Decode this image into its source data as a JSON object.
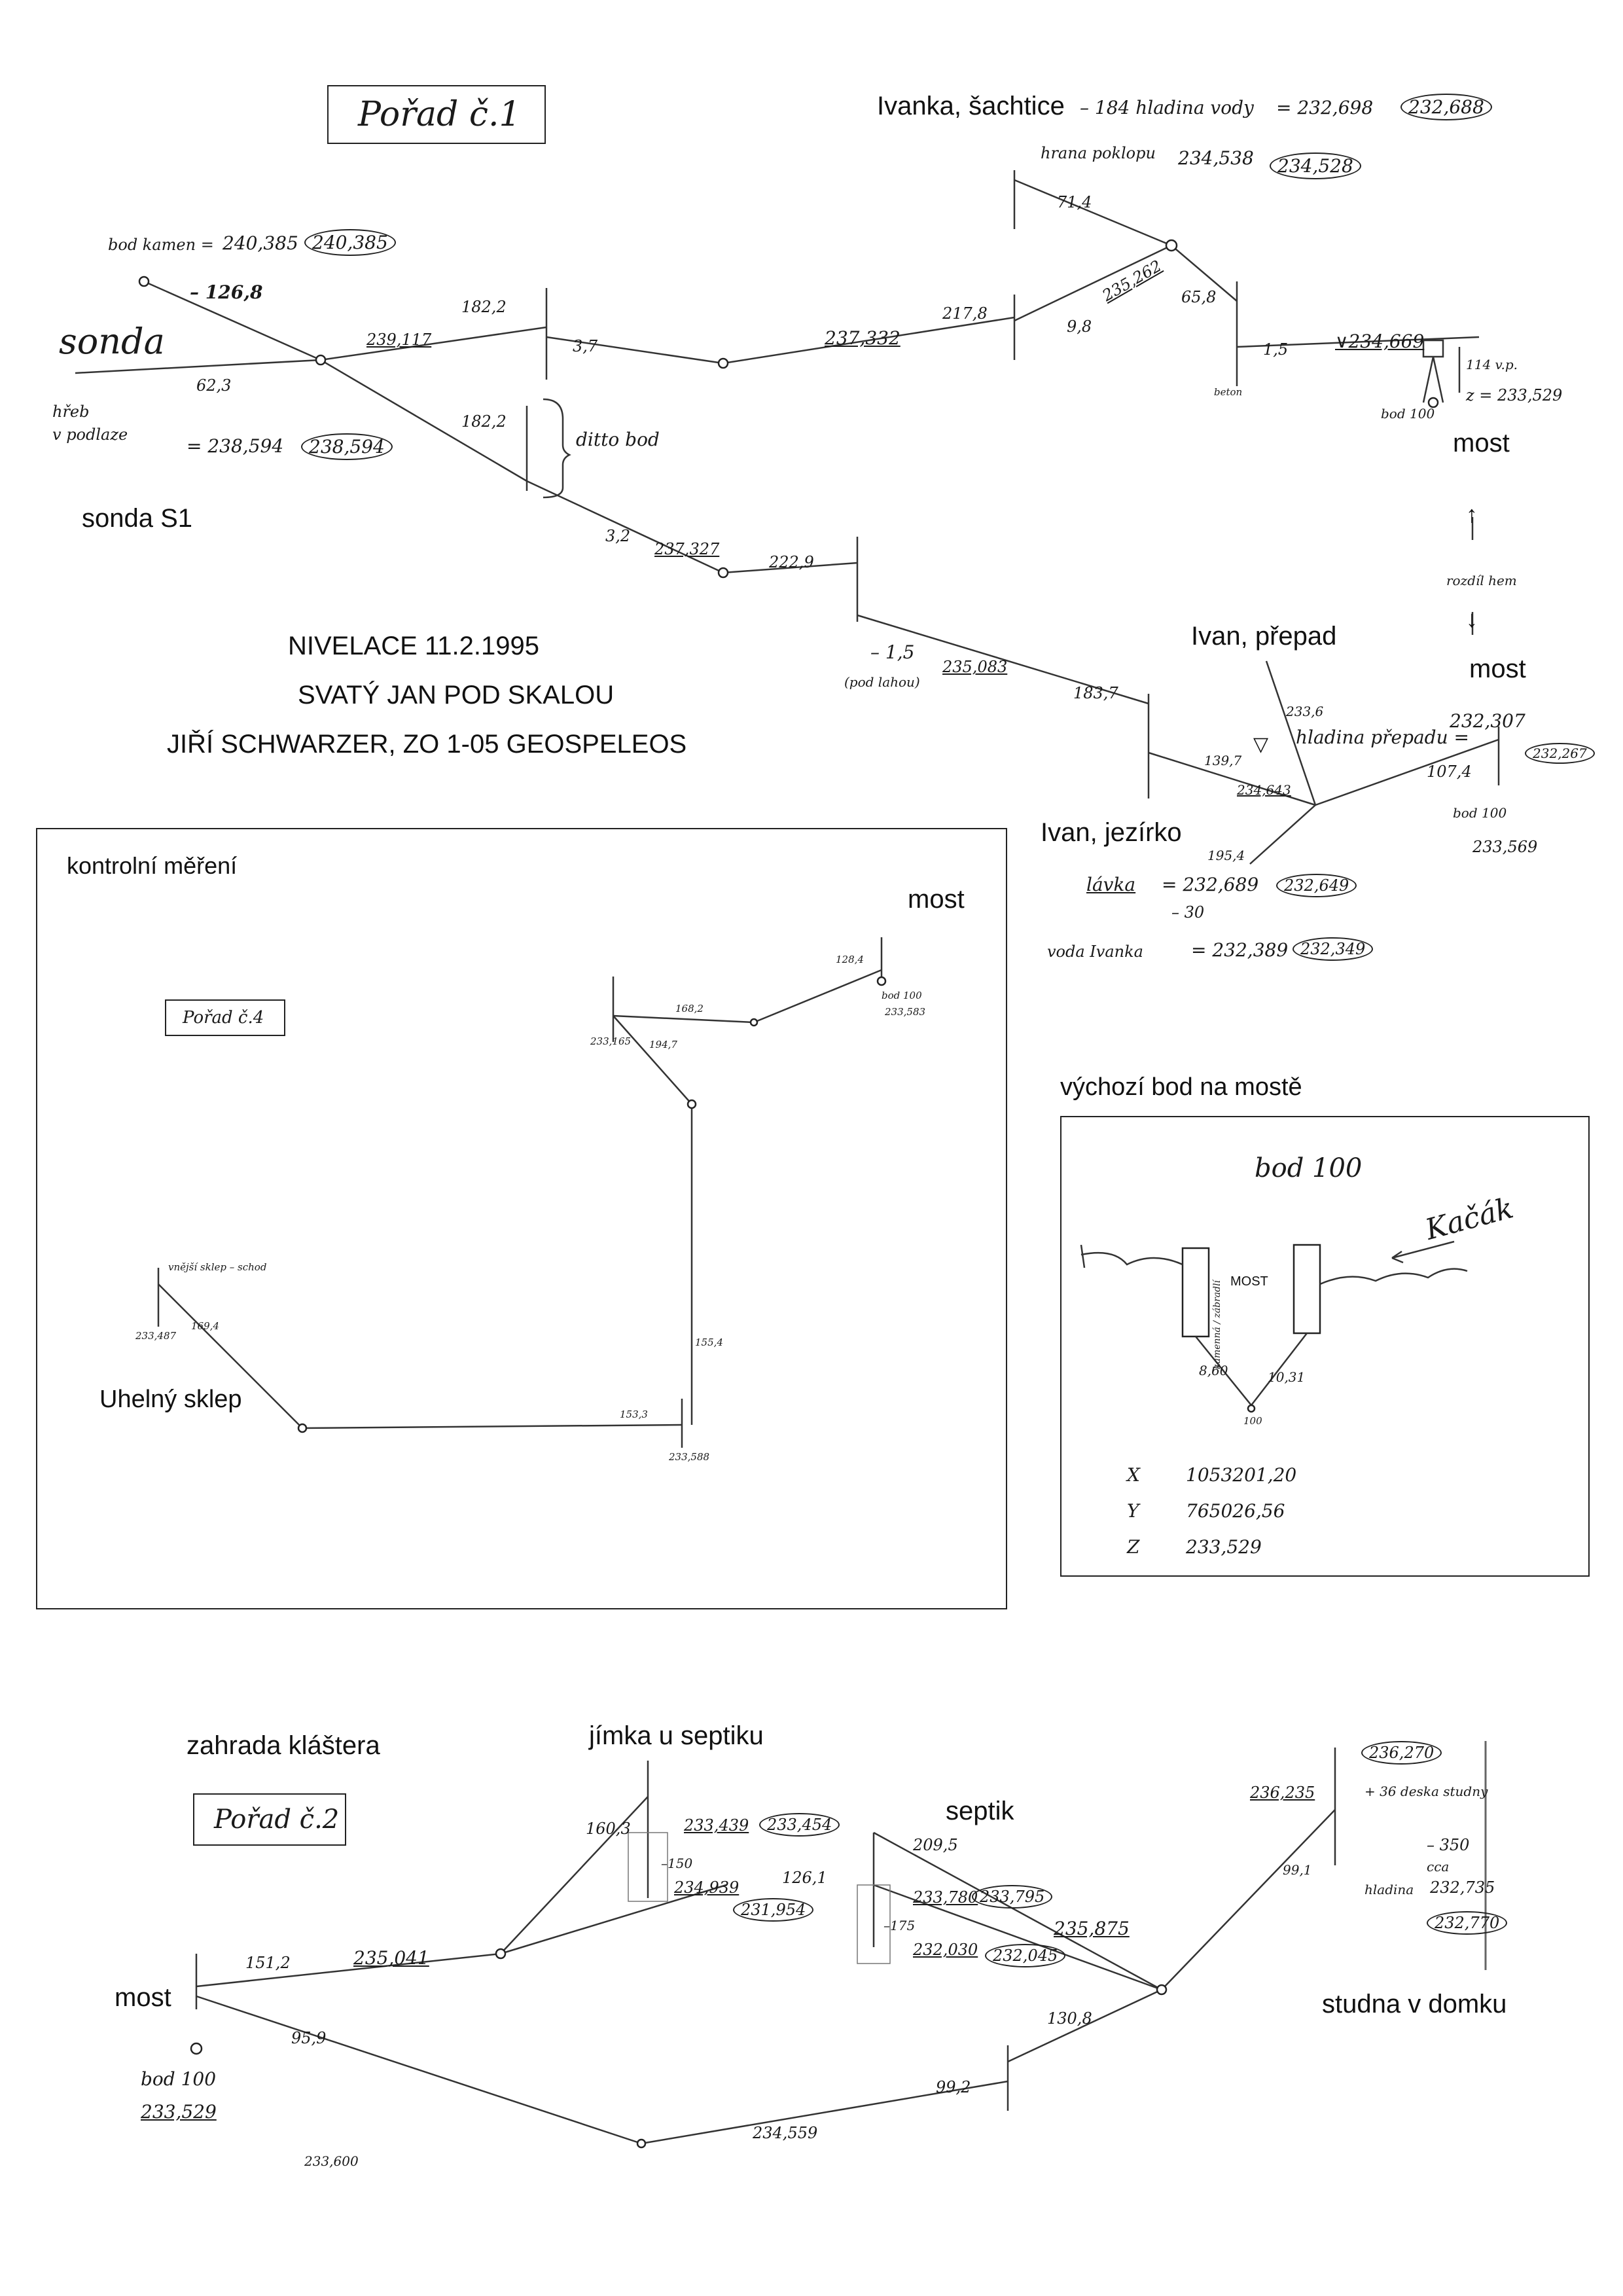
{
  "top": {
    "title_box": "Pořad č.1",
    "labels": {
      "ivanka": "Ivanka, šachtice",
      "sonda_s1": "sonda S1",
      "most_a": "most",
      "most_b": "most",
      "ivan_prepad": "Ivan, přepad",
      "ivan_jezirko": "Ivan, jezírko",
      "sonda_hand": "sonda"
    },
    "header": {
      "line1": "NIVELACE 11.2.1995",
      "line2": "SVATÝ JAN POD SKALOU",
      "line3": "JIŘÍ SCHWARZER, ZO 1-05 GEOSPELEOS"
    },
    "notes": {
      "n184": "– 184 hladina vody",
      "v232698": "= 232,698",
      "v232688": "232,688",
      "hranapoklopu": "hrana poklopu",
      "v234538": "234,538",
      "v234528": "234,528",
      "bodkamen": "bod kamen =",
      "v240385": "240,385",
      "v240385c": "240,385",
      "m1268": "– 126,8",
      "hreb": "hřeb",
      "upodlahy": "v podlaze",
      "v238594": "= 238,594",
      "v238594c": "238,594",
      "s1822a": "182,2",
      "s1822b": "182,2",
      "s139117": "239,117",
      "s623": "62,3",
      "s37": "3,7",
      "ditto": "ditto bod",
      "s237332": "237,332",
      "s2178": "217,8",
      "s98": "9,8",
      "s114": "71,4",
      "s235262": "235,262",
      "s658": "65,8",
      "s15": "1,5",
      "beton": "beton",
      "v234669": "∨234,669",
      "vp": "114 v.p.",
      "z233529": "z = 233,529",
      "bod100a": "bod 100",
      "s32": "3,2",
      "s237327": "237,327",
      "s2229": "222,9",
      "m15": "– 1,5",
      "podlahou": "(pod lahou)",
      "s235083": "235,083",
      "s1837": "183,7",
      "rozdilhem": "rozdíl hem",
      "s2336": "233,6",
      "hladinaprepadu": "hladina přepadu =",
      "v232307": "232,307",
      "v232267": "232,267",
      "s1397": "139,7",
      "s234643": "234,643",
      "s1074": "107,4",
      "bod100b": "bod 100",
      "v233569": "233,569",
      "s1954": "195,4",
      "lavka": "lávka",
      "v232689": "= 232,689",
      "v232649": "232,649",
      "m30": "– 30",
      "vodaivanka": "voda Ivanka",
      "v232389": "= 232,389",
      "v232349": "232,349"
    }
  },
  "kontrolni": {
    "title": "kontrolní měření",
    "most": "most",
    "box": "Pořad č.4",
    "uhelny": "Uhelný sklep",
    "notes": {
      "n1284": "128,4",
      "bod100": "bod 100",
      "v233583": "233,583",
      "n1682": "168,2",
      "v233165": "233,165",
      "n1947": "194,7",
      "n1554": "155,4",
      "n1533": "153,3",
      "v233588": "233,588",
      "n1694": "169,4",
      "v233487": "233,487",
      "roh": "vnější sklep – schod"
    }
  },
  "vychozi": {
    "title": "výchozí bod na mostě",
    "bod100": "bod 100",
    "kacak": "Kačák",
    "most": "MOST",
    "kamenna": "kamenná / zábradlí",
    "d860": "8,60",
    "d1031": "10,31",
    "p100": "100",
    "coords": [
      {
        "axis": "X",
        "value": "1053201,20"
      },
      {
        "axis": "Y",
        "value": "765026,56"
      },
      {
        "axis": "Z",
        "value": "233,529"
      }
    ]
  },
  "porad2": {
    "zahrada": "zahrada kláštera",
    "jimka": "jímka u septiku",
    "septik": "septik",
    "studna": "studna v domku",
    "most": "most",
    "box": "Pořad č.2",
    "notes": {
      "bod100": "bod 100",
      "v233529": "233,529",
      "v233600": "233,600",
      "s1512": "151,2",
      "s235041": "235,041",
      "s959": "95,9",
      "s1603": "160,3",
      "v233439": "233,439",
      "v233454": "233,454",
      "m150": "–150",
      "v234939": "234,939",
      "v231954": "231,954",
      "s1261": "126,1",
      "s2095": "209,5",
      "v233780": "233,780",
      "v233795": "233,795",
      "m175": "–175",
      "v232030": "232,030",
      "v232045": "232,045",
      "s235875": "235,875",
      "s1308": "130,8",
      "s992": "99,2",
      "s234559": "234,559",
      "s991": "99,1",
      "v236235": "236,235",
      "v236270": "236,270",
      "p36": "+ 36 deska studny",
      "m350": "– 350",
      "cca": "cca",
      "hladina": "hladina",
      "v232735": "232,735",
      "v232770": "232,770"
    }
  }
}
